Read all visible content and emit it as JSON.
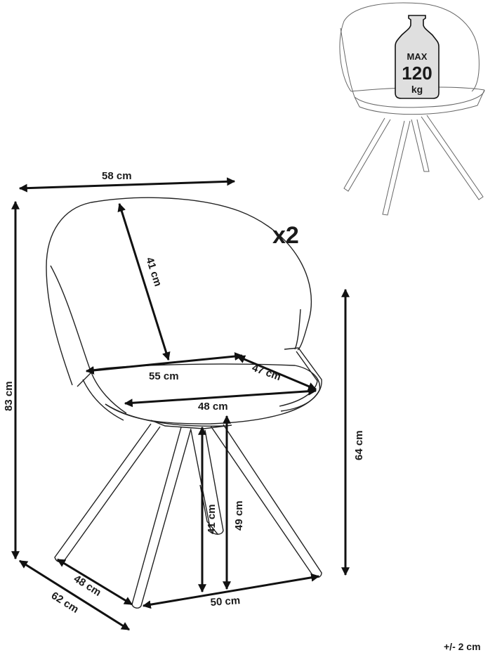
{
  "dimensions": {
    "width_top": "58 cm",
    "total_height": "83 cm",
    "backrest": "41 cm",
    "seat_width": "55 cm",
    "seat_side": "47 cm",
    "seat_depth": "48 cm",
    "armrest_height": "64 cm",
    "leg_height": "41 cm",
    "seat_height": "49 cm",
    "base_side": "48 cm",
    "base_depth": "62 cm",
    "base_width": "50 cm"
  },
  "quantity_label": "x2",
  "max_load": {
    "line1": "MAX",
    "line2": "120",
    "line3": "kg"
  },
  "tolerance": "+/- 2 cm"
}
